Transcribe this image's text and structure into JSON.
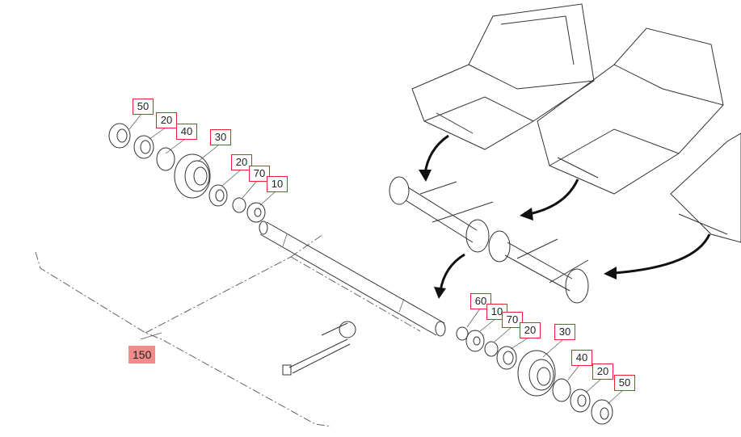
{
  "diagram": {
    "top_group_labels": [
      "50",
      "20",
      "40",
      "30",
      "20",
      "70",
      "10"
    ],
    "bottom_group_labels": [
      "60",
      "10",
      "70",
      "20",
      "30",
      "40",
      "20",
      "50"
    ],
    "assembly_label": "150",
    "colors": {
      "label_border": "#e8242a",
      "highlight": "#f28b8b",
      "line": "#333333"
    }
  }
}
